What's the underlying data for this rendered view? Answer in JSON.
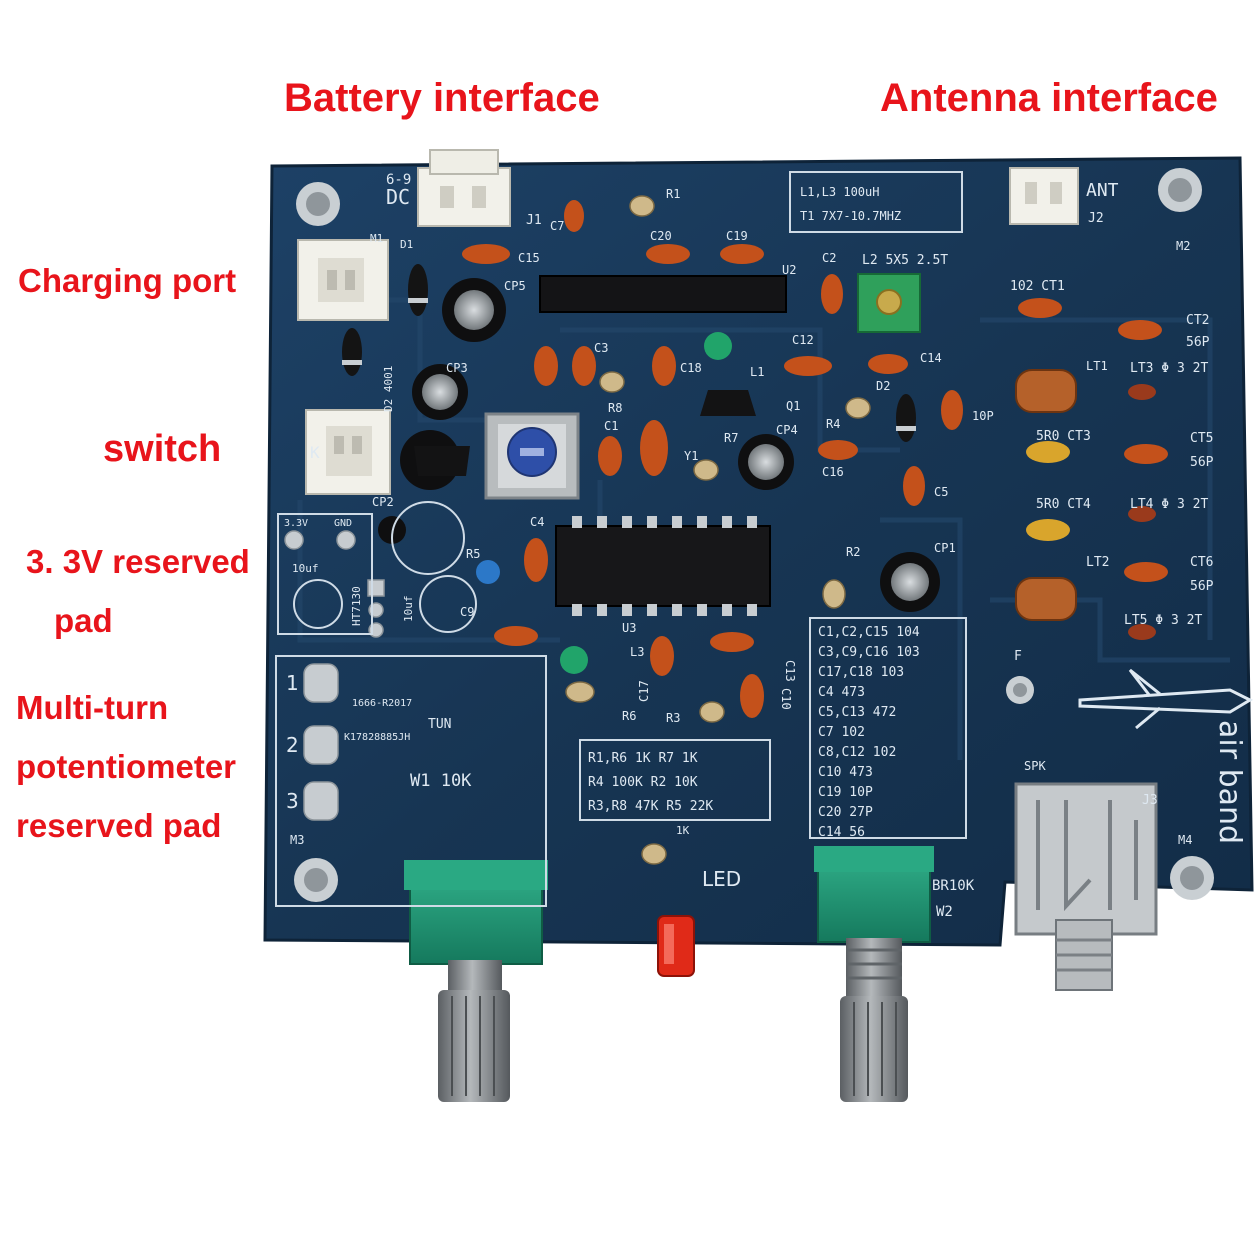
{
  "callouts": {
    "battery_interface": "Battery interface",
    "antenna_interface": "Antenna interface",
    "charging_port": "Charging port",
    "switch": "switch",
    "reserved_33v_line1": "3. 3V reserved",
    "reserved_33v_line2": "pad",
    "multiturn_line1": "Multi-turn",
    "multiturn_line2": "potentiometer",
    "multiturn_line3": "reserved pad"
  },
  "silkscreen": {
    "dc": "DC",
    "dc_range": "6-9",
    "j1": "J1",
    "j2": "J2",
    "j3": "J3",
    "ant": "ANT",
    "m1": "M1",
    "m2": "M2",
    "m3": "M3",
    "m4": "M4",
    "d1": "D1",
    "d2": "D2 4001",
    "inductor_box_line1": "L1,L3   100uH",
    "inductor_box_line2": "T1   7X7-10.7MHZ",
    "l2": "L2 5X5 2.5T",
    "ct1": "102  CT1",
    "ct2": "CT2",
    "ct2_val": "56P",
    "lt1": "LT1",
    "lt3": "LT3 Φ 3  2T",
    "ct3": "5R0 CT3",
    "ct5": "CT5",
    "ct5_val": "56P",
    "ct4": "5R0 CT4",
    "lt4": "LT4 Φ 3  2T",
    "lt2": "LT2",
    "ct6": "CT6",
    "ct6_val": "56P",
    "lt5": "LT5 Φ 3  2T",
    "f": "F",
    "air_band": "air band",
    "spk": "SPK",
    "pad_33v": "3.3V",
    "pad_gnd": "GND",
    "cap_10uf_a": "10uf",
    "cap_10uf_b": "10uf",
    "ht7130": "HT7130",
    "pot_code1": "1666-R2017",
    "pot_code2": "K17828885JH",
    "tun": "TUN",
    "w1": "W1  10K",
    "pin1": "1",
    "pin2": "2",
    "pin3": "3",
    "res_table": [
      "R1,R6  1K     R7  1K",
      "R4  100K     R2  10K",
      "R3,R8  47K   R5  22K"
    ],
    "cap_table": [
      "C1,C2,C15   104",
      "C3,C9,C16   103",
      "C17,C18  103",
      "C4      473",
      "C5,C13   472",
      "C7      102",
      "C8,C12  102",
      "C10     473",
      "C19     10P",
      "C20     27P",
      "C14     56"
    ],
    "led": "LED",
    "led_res": "1K",
    "br10k": "BR10K",
    "w2": "W2",
    "labels": [
      "R1",
      "C7",
      "C15",
      "CP5",
      "C20",
      "C19",
      "U2",
      "C2",
      "C12",
      "C14",
      "CP3",
      "C3",
      "R8",
      "C18",
      "L1",
      "Q1",
      "D2",
      "R4",
      "10P",
      "C1",
      "R7",
      "Y1",
      "CP4",
      "C16",
      "C5",
      "C4",
      "CP2",
      "R5",
      "C9",
      "U3",
      "L3",
      "C17",
      "R6",
      "R3",
      "C13",
      "C10",
      "R2",
      "CP1",
      "K",
      "10P"
    ]
  },
  "colors": {
    "callout_red": "#e8141b",
    "pcb_blue": "#1a3a5c",
    "silk": "#dfe9f2",
    "pot_green": "#1f9a77"
  }
}
